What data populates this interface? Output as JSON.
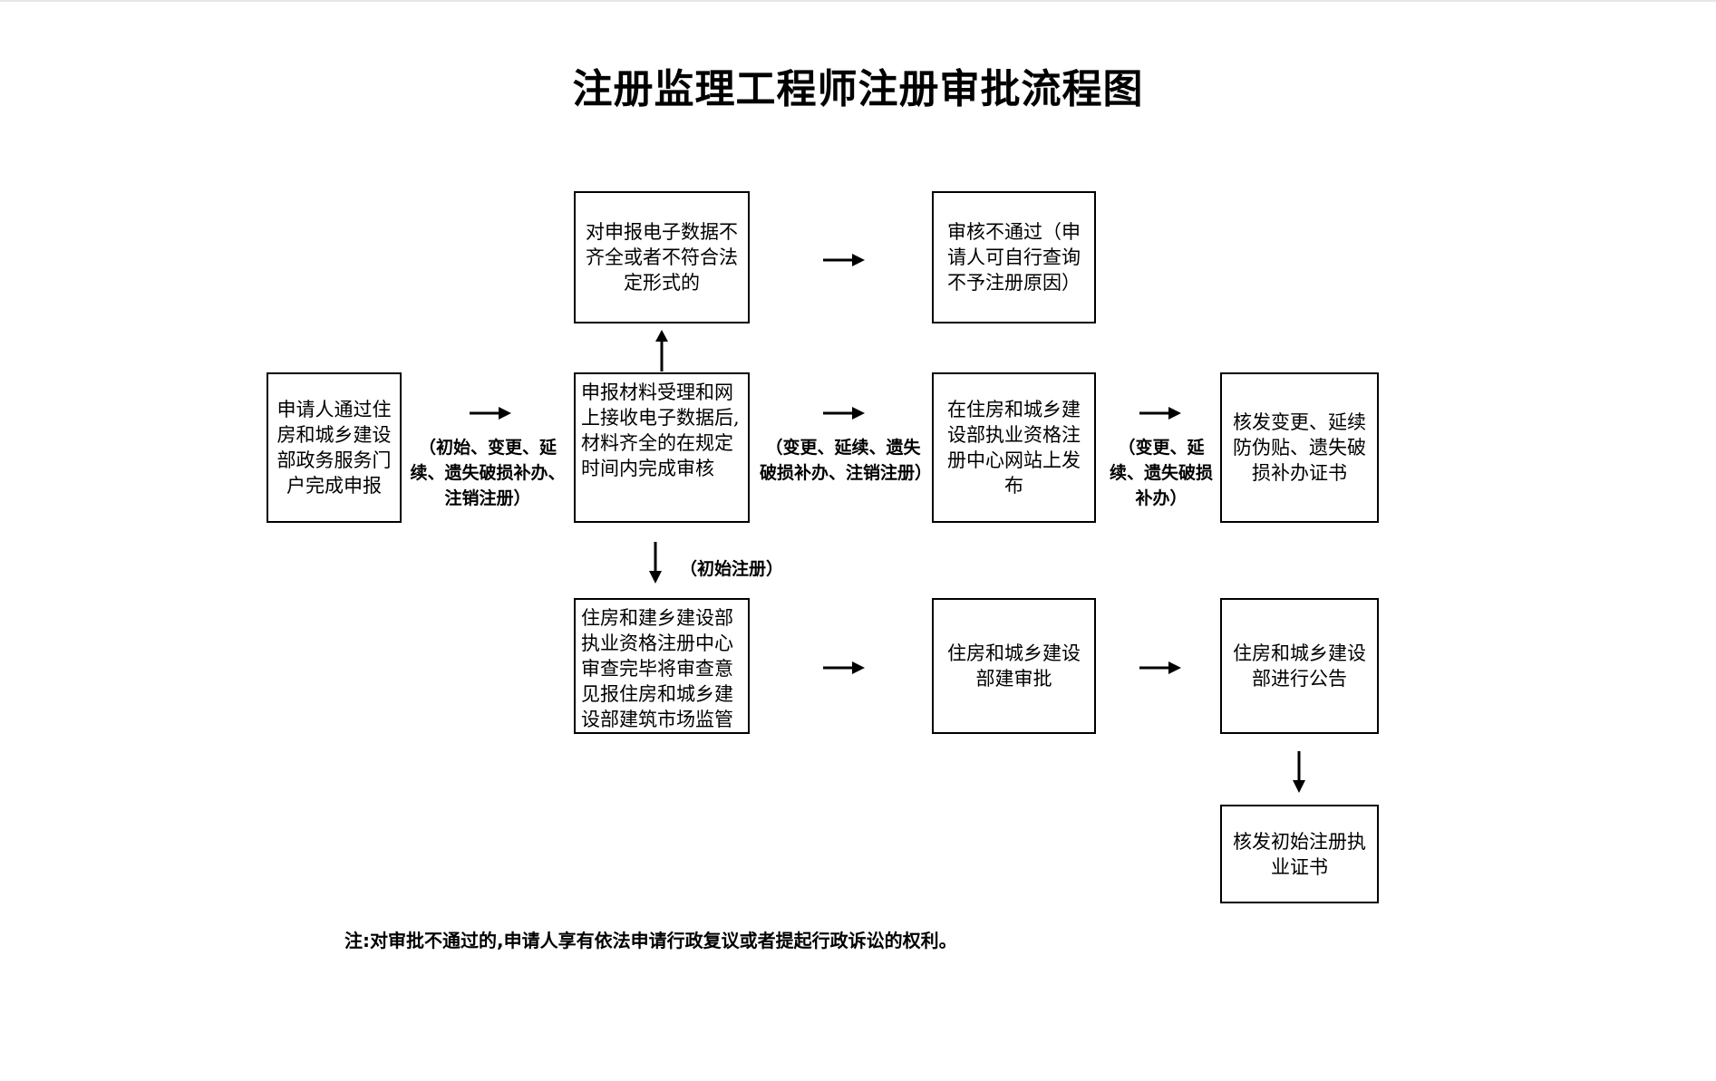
{
  "title": "注册监理工程师注册审批流程图",
  "boxes": {
    "applicant": "申请人通过住房和城乡建设部政务服务门户完成申报",
    "accept": "申报材料受理和网上接收电子数据后,材料齐全的在规定时间内完成审核",
    "incomplete": "对申报电子数据不齐全或者不符合法定形式的",
    "rejected": "审核不通过（申请人可自行查询不予注册原因）",
    "publish": "在住房和城乡建设部执业资格注册中心网站上发布",
    "issue_change": "核发变更、延续防伪贴、遗失破损补办证书",
    "review_center": "住房和建乡建设部执业资格注册中心审查完毕将审查意见报住房和城乡建设部建筑市场监管司",
    "ministry_approval": "住房和城乡建设部建审批",
    "announcement": "住房和城乡建设部进行公告",
    "issue_initial": "核发初始注册执业证书"
  },
  "labels": {
    "applicant_to_accept": "（初始、变更、延续、遗失破损补办、注销注册）",
    "accept_to_publish": "（变更、延续、遗失破损补办、注销注册）",
    "publish_to_issue": "（变更、延续、遗失破损补办）",
    "accept_to_review": "（初始注册）"
  },
  "footnote": "注:对审批不通过的,申请人享有依法申请行政复议或者提起行政诉讼的权利。"
}
